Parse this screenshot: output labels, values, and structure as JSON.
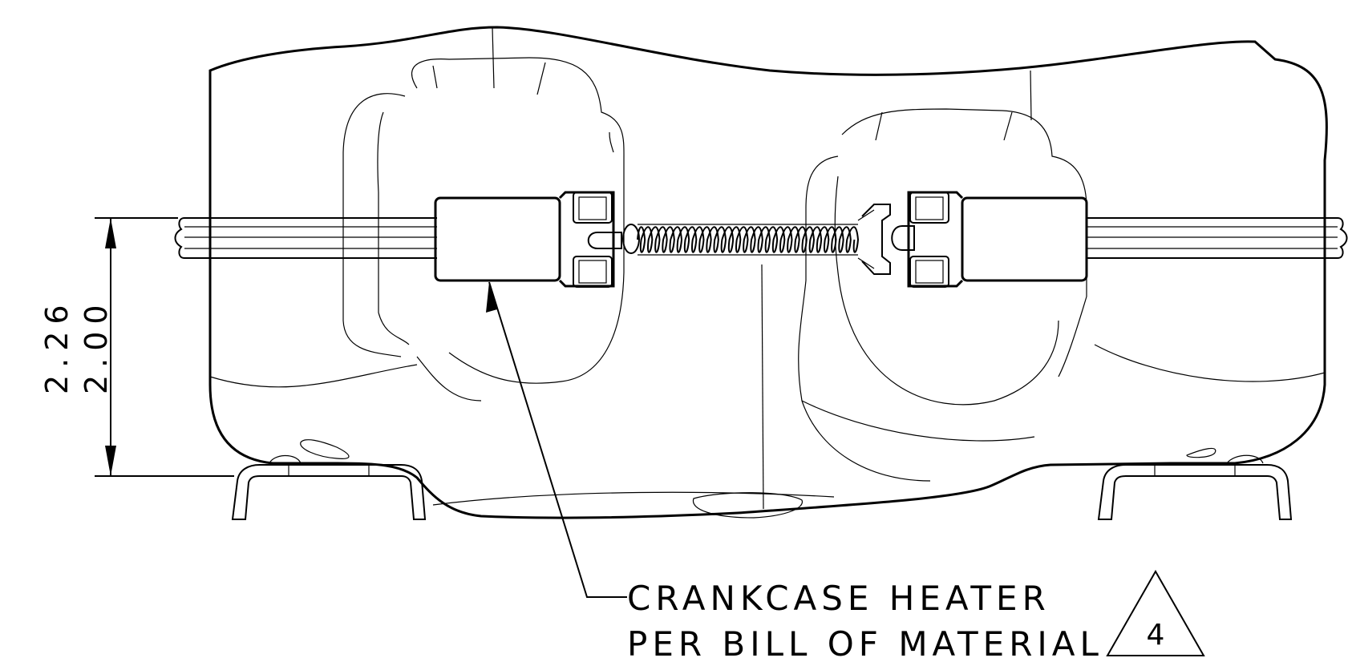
{
  "dimensions": {
    "outer": "2.26",
    "inner": "2.00"
  },
  "callout": {
    "line1": "CRANKCASE HEATER",
    "line2": "PER BILL OF MATERIAL",
    "note_number": "4"
  }
}
